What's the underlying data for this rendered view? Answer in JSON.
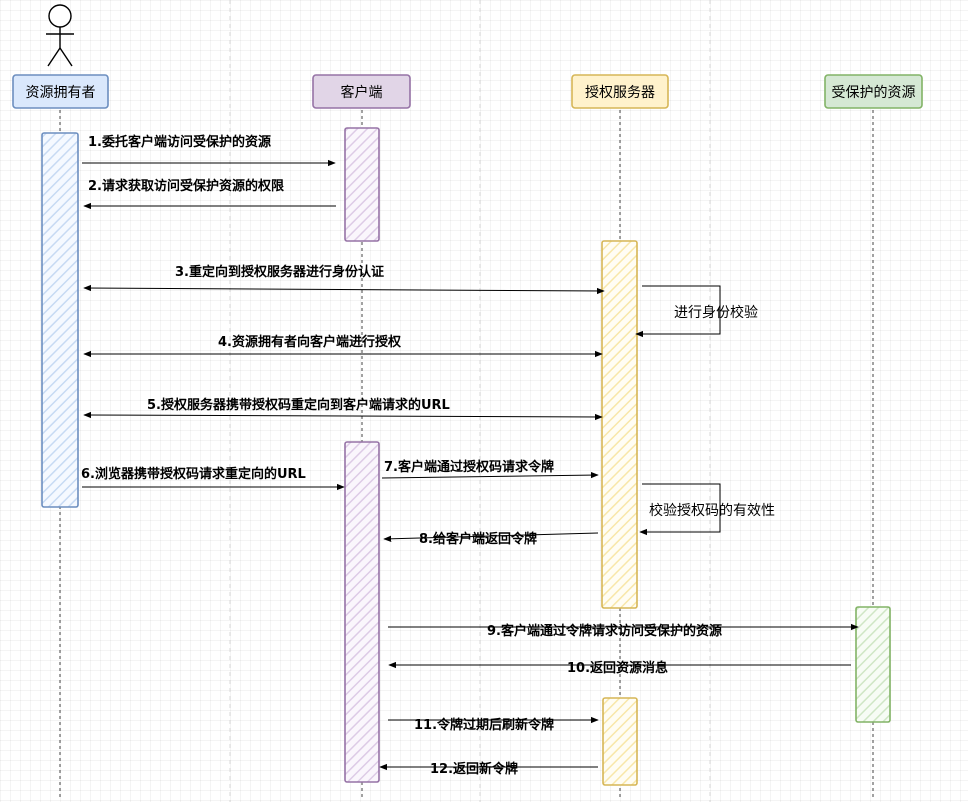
{
  "participants": {
    "owner": "资源拥有者",
    "client": "客户端",
    "auth_server": "授权服务器",
    "resource": "受保护的资源"
  },
  "colors": {
    "owner": {
      "stroke": "#6c8ebf",
      "fill": "#dae8fc"
    },
    "client": {
      "stroke": "#9673a6",
      "fill": "#e1d5e7"
    },
    "auth_server": {
      "stroke": "#d6b656",
      "fill": "#fff2cc"
    },
    "resource": {
      "stroke": "#82b366",
      "fill": "#d5e8d4"
    }
  },
  "messages": {
    "m1": "1.委托客户端访问受保护的资源",
    "m2": "2.请求获取访问受保护资源的权限",
    "m3": "3.重定向到授权服务器进行身份认证",
    "m4": "4.资源拥有者向客户端进行授权",
    "m5": "5.授权服务器携带授权码重定向到客户端请求的URL",
    "m6": "6.浏览器携带授权码请求重定向的URL",
    "m7": "7.客户端通过授权码请求令牌",
    "m8": "8.给客户端返回令牌",
    "m9": "9.客户端通过令牌请求访问受保护的资源",
    "m10": "10.返回资源消息",
    "m11": "11.令牌过期后刷新令牌",
    "m12": "12.返回新令牌"
  },
  "self_calls": {
    "identity_check": "进行身份校验",
    "code_check": "校验授权码的有效性"
  }
}
